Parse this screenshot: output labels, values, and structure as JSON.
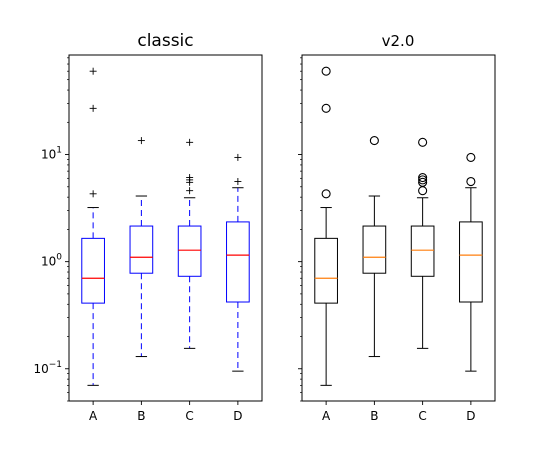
{
  "chart_data": [
    {
      "type": "box",
      "title": "classic",
      "yscale": "log",
      "ylim": [
        0.05,
        85
      ],
      "yticks": [
        {
          "value": 0.1,
          "base": "10",
          "exp": "−1"
        },
        {
          "value": 1,
          "base": "10",
          "exp": "0"
        },
        {
          "value": 10,
          "base": "10",
          "exp": "1"
        }
      ],
      "categories": [
        "A",
        "B",
        "C",
        "D"
      ],
      "boxes": [
        {
          "label": "A",
          "whislo": 0.07,
          "q1": 0.41,
          "med": 0.7,
          "q3": 1.65,
          "whishi": 3.2,
          "fliers": [
            4.3,
            27,
            60
          ]
        },
        {
          "label": "B",
          "whislo": 0.13,
          "q1": 0.78,
          "med": 1.1,
          "q3": 2.15,
          "whishi": 4.1,
          "fliers": [
            13.5
          ]
        },
        {
          "label": "C",
          "whislo": 0.155,
          "q1": 0.73,
          "med": 1.28,
          "q3": 2.15,
          "whishi": 3.95,
          "fliers": [
            4.6,
            5.5,
            5.8,
            6.1,
            13
          ]
        },
        {
          "label": "D",
          "whislo": 0.095,
          "q1": 0.42,
          "med": 1.15,
          "q3": 2.35,
          "whishi": 4.9,
          "fliers": [
            5.6,
            9.4
          ]
        }
      ],
      "style": {
        "box_color": "#0000ff",
        "median_color": "#ff0000",
        "whisker_style": "dashed",
        "flier_marker": "+"
      }
    },
    {
      "type": "box",
      "title": "v2.0",
      "yscale": "log",
      "ylim": [
        0.05,
        85
      ],
      "categories": [
        "A",
        "B",
        "C",
        "D"
      ],
      "boxes": [
        {
          "label": "A",
          "whislo": 0.07,
          "q1": 0.41,
          "med": 0.7,
          "q3": 1.65,
          "whishi": 3.2,
          "fliers": [
            4.3,
            27,
            60
          ]
        },
        {
          "label": "B",
          "whislo": 0.13,
          "q1": 0.78,
          "med": 1.1,
          "q3": 2.15,
          "whishi": 4.1,
          "fliers": [
            13.5
          ]
        },
        {
          "label": "C",
          "whislo": 0.155,
          "q1": 0.73,
          "med": 1.28,
          "q3": 2.15,
          "whishi": 3.95,
          "fliers": [
            4.6,
            5.5,
            5.8,
            6.1,
            13
          ]
        },
        {
          "label": "D",
          "whislo": 0.095,
          "q1": 0.42,
          "med": 1.15,
          "q3": 2.35,
          "whishi": 4.9,
          "fliers": [
            5.6,
            9.4
          ]
        }
      ],
      "style": {
        "box_color": "#000000",
        "median_color": "#ff7f0e",
        "whisker_style": "solid",
        "flier_marker": "o"
      }
    }
  ]
}
